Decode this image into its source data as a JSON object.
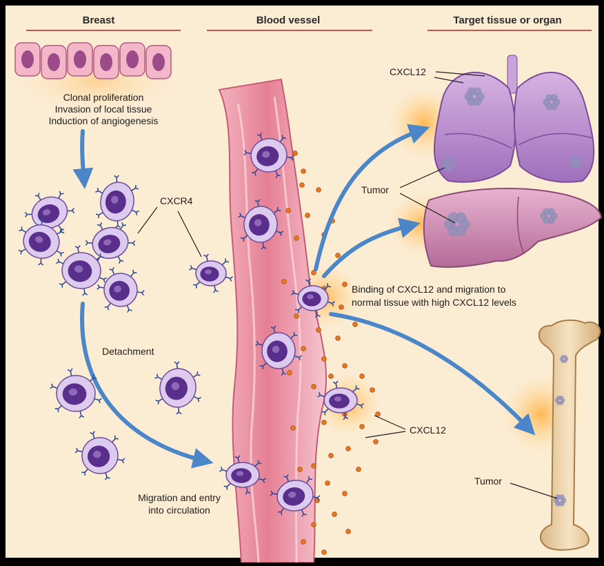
{
  "headers": {
    "breast": "Breast",
    "blood_vessel": "Blood vessel",
    "target": "Target tissue or organ"
  },
  "labels": {
    "breast_line1": "Clonal proliferation",
    "breast_line2": "Invasion of local tissue",
    "breast_line3": "Induction of angiogenesis",
    "cxcr4": "CXCR4",
    "detachment": "Detachment",
    "migration_line1": "Migration and entry",
    "migration_line2": "into circulation",
    "binding_line1": "Binding of CXCL12 and migration to",
    "binding_line2": "normal tissue with high CXCL12 levels",
    "cxcl12_lung": "CXCL12",
    "tumor_organs": "Tumor",
    "cxcl12_vessel": "CXCL12",
    "tumor_bone": "Tumor"
  },
  "colors": {
    "background": "#fbecd4",
    "frame": "#000000",
    "header_rule": "#c0574f",
    "vessel": "#e98fa0",
    "cell_membrane": "#d9c6ec",
    "cell_nucleus": "#5a2f8c",
    "receptor": "#2e4a9a",
    "cxcl12_dot": "#e8771e",
    "arrow": "#4a86c8",
    "lung": "#b58bc9",
    "liver": "#c98bb2",
    "bone": "#e9cda2"
  }
}
